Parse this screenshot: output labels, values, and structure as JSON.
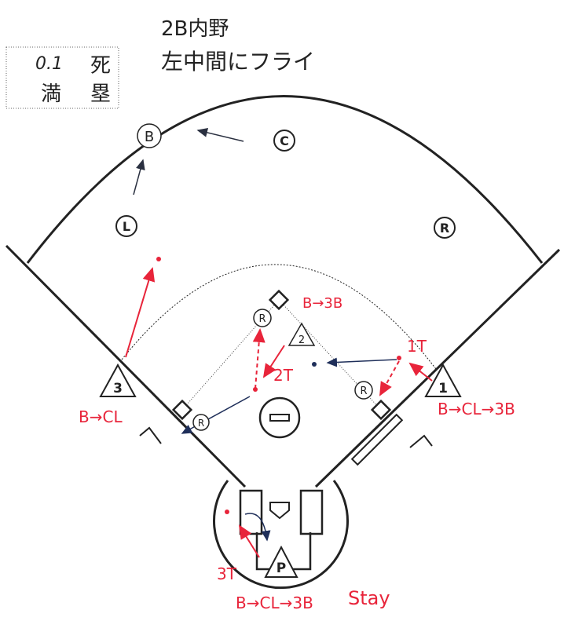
{
  "situation": {
    "outs": "0.1",
    "outs_label": "死",
    "bases": "満",
    "bases_label": "塁"
  },
  "title": {
    "line1": "2B内野",
    "line2": "左中間にフライ"
  },
  "fielders": {
    "B": "B",
    "C": "C",
    "L": "L",
    "R": "R",
    "third": "3",
    "first": "1",
    "second": "2",
    "pitcher": "P"
  },
  "runner_label": "R",
  "annotations": {
    "second_base_runner": "B→3B",
    "first_tag": "1T",
    "second_tag": "2T",
    "third_tag": "3T",
    "third_fielder": "B→CL",
    "first_fielder": "B→CL→3B",
    "pitcher": "B→CL→3B",
    "stay": "Stay"
  },
  "colors": {
    "ink": "#222222",
    "red": "#e8243a",
    "blue": "#1f2f5a"
  }
}
